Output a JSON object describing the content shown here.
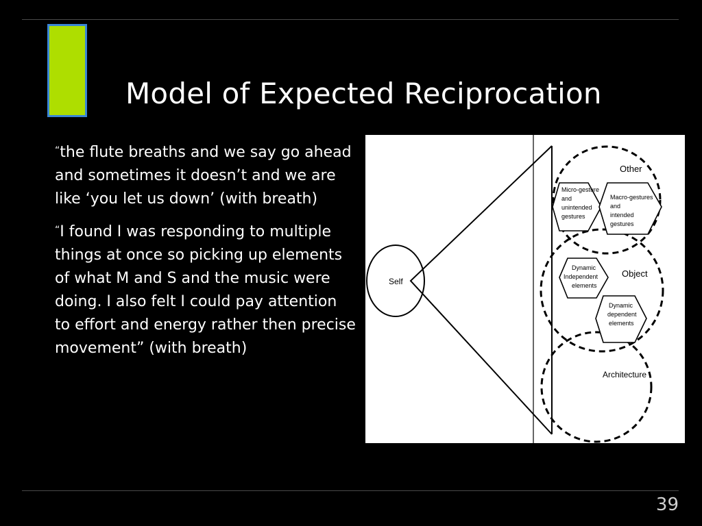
{
  "slide": {
    "title": "Model of Expected Reciprocation",
    "page_number": "39",
    "accent_color": "#aede00",
    "accent_border_color": "#3a86d6"
  },
  "quotes": [
    {
      "open_mark": "“",
      "text": "the flute breaths and we say go ahead and sometimes it doesn’t and we are like ‘you let us down’ (with breath)"
    },
    {
      "open_mark": "“",
      "text": "I found I was responding to multiple things at once so picking up elements of what M and S and the music were doing. I also felt I could pay attention to effort and energy rather then precise movement” (with breath)"
    }
  ],
  "diagram": {
    "self_label": "Self",
    "other_label": "Other",
    "object_label": "Object",
    "architecture_label": "Architecture",
    "hex_micro": [
      "Micro-gesture",
      "and",
      "unintended",
      "gestures"
    ],
    "hex_macro": [
      "Macro-gestures",
      "and",
      "intended",
      "gestures"
    ],
    "hex_dynamic_independent": [
      "Dynamic",
      "Independent",
      "elements"
    ],
    "hex_dynamic_dependent": [
      "Dynamic",
      "dependent",
      "elements"
    ]
  }
}
